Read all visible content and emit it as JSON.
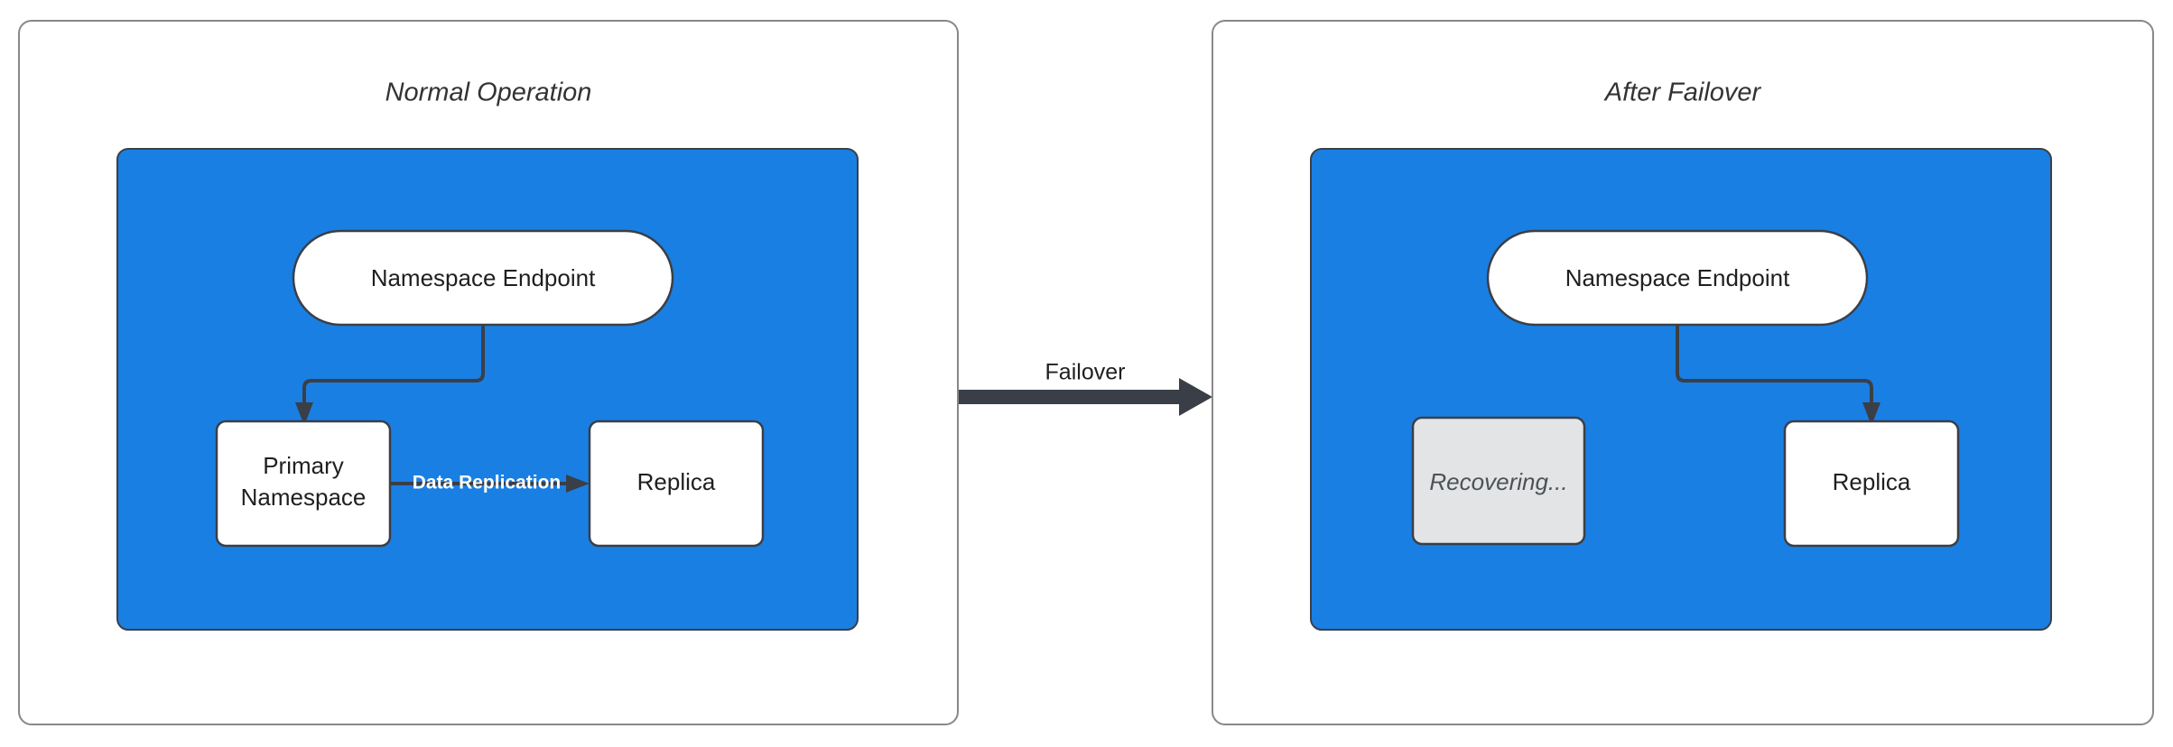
{
  "diagram": {
    "type": "architecture-flow",
    "background_color": "#ffffff",
    "accent_color": "#1a7fe3",
    "stroke_color": "#3a3f47",
    "muted_fill_color": "#e2e4e6",
    "panels": [
      {
        "id": "normal-operation",
        "title": "Normal Operation",
        "cluster": {
          "id": "normal-cluster",
          "color": "#1a7fe3",
          "nodes": [
            {
              "id": "endpoint-left",
              "label": "Namespace Endpoint",
              "shape": "stadium",
              "fill": "#ffffff"
            },
            {
              "id": "primary-left",
              "label": "Primary\nNamespace",
              "label_line1": "Primary",
              "label_line2": "Namespace",
              "shape": "rounded-rect",
              "fill": "#ffffff"
            },
            {
              "id": "replica-left",
              "label": "Replica",
              "shape": "rounded-rect",
              "fill": "#ffffff"
            }
          ],
          "edges": [
            {
              "id": "endpoint-to-primary",
              "from": "endpoint-left",
              "to": "primary-left",
              "label": "",
              "arrow": true
            },
            {
              "id": "primary-to-replica",
              "from": "primary-left",
              "to": "replica-left",
              "label": "Data Replication",
              "arrow": true
            }
          ]
        }
      },
      {
        "id": "after-failover",
        "title": "After Failover",
        "cluster": {
          "id": "failover-cluster",
          "color": "#1a7fe3",
          "nodes": [
            {
              "id": "endpoint-right",
              "label": "Namespace Endpoint",
              "shape": "stadium",
              "fill": "#ffffff"
            },
            {
              "id": "recovering-right",
              "label": "Recovering...",
              "shape": "rounded-rect",
              "fill": "#e2e4e6",
              "style": "italic-muted"
            },
            {
              "id": "replica-right",
              "label": "Replica",
              "shape": "rounded-rect",
              "fill": "#ffffff"
            }
          ],
          "edges": [
            {
              "id": "endpoint-to-replica",
              "from": "endpoint-right",
              "to": "replica-right",
              "label": "",
              "arrow": true
            }
          ]
        }
      }
    ],
    "transition": {
      "id": "failover-transition",
      "label": "Failover",
      "from_panel": "normal-operation",
      "to_panel": "after-failover",
      "arrow": true,
      "color": "#3a3f47"
    }
  }
}
